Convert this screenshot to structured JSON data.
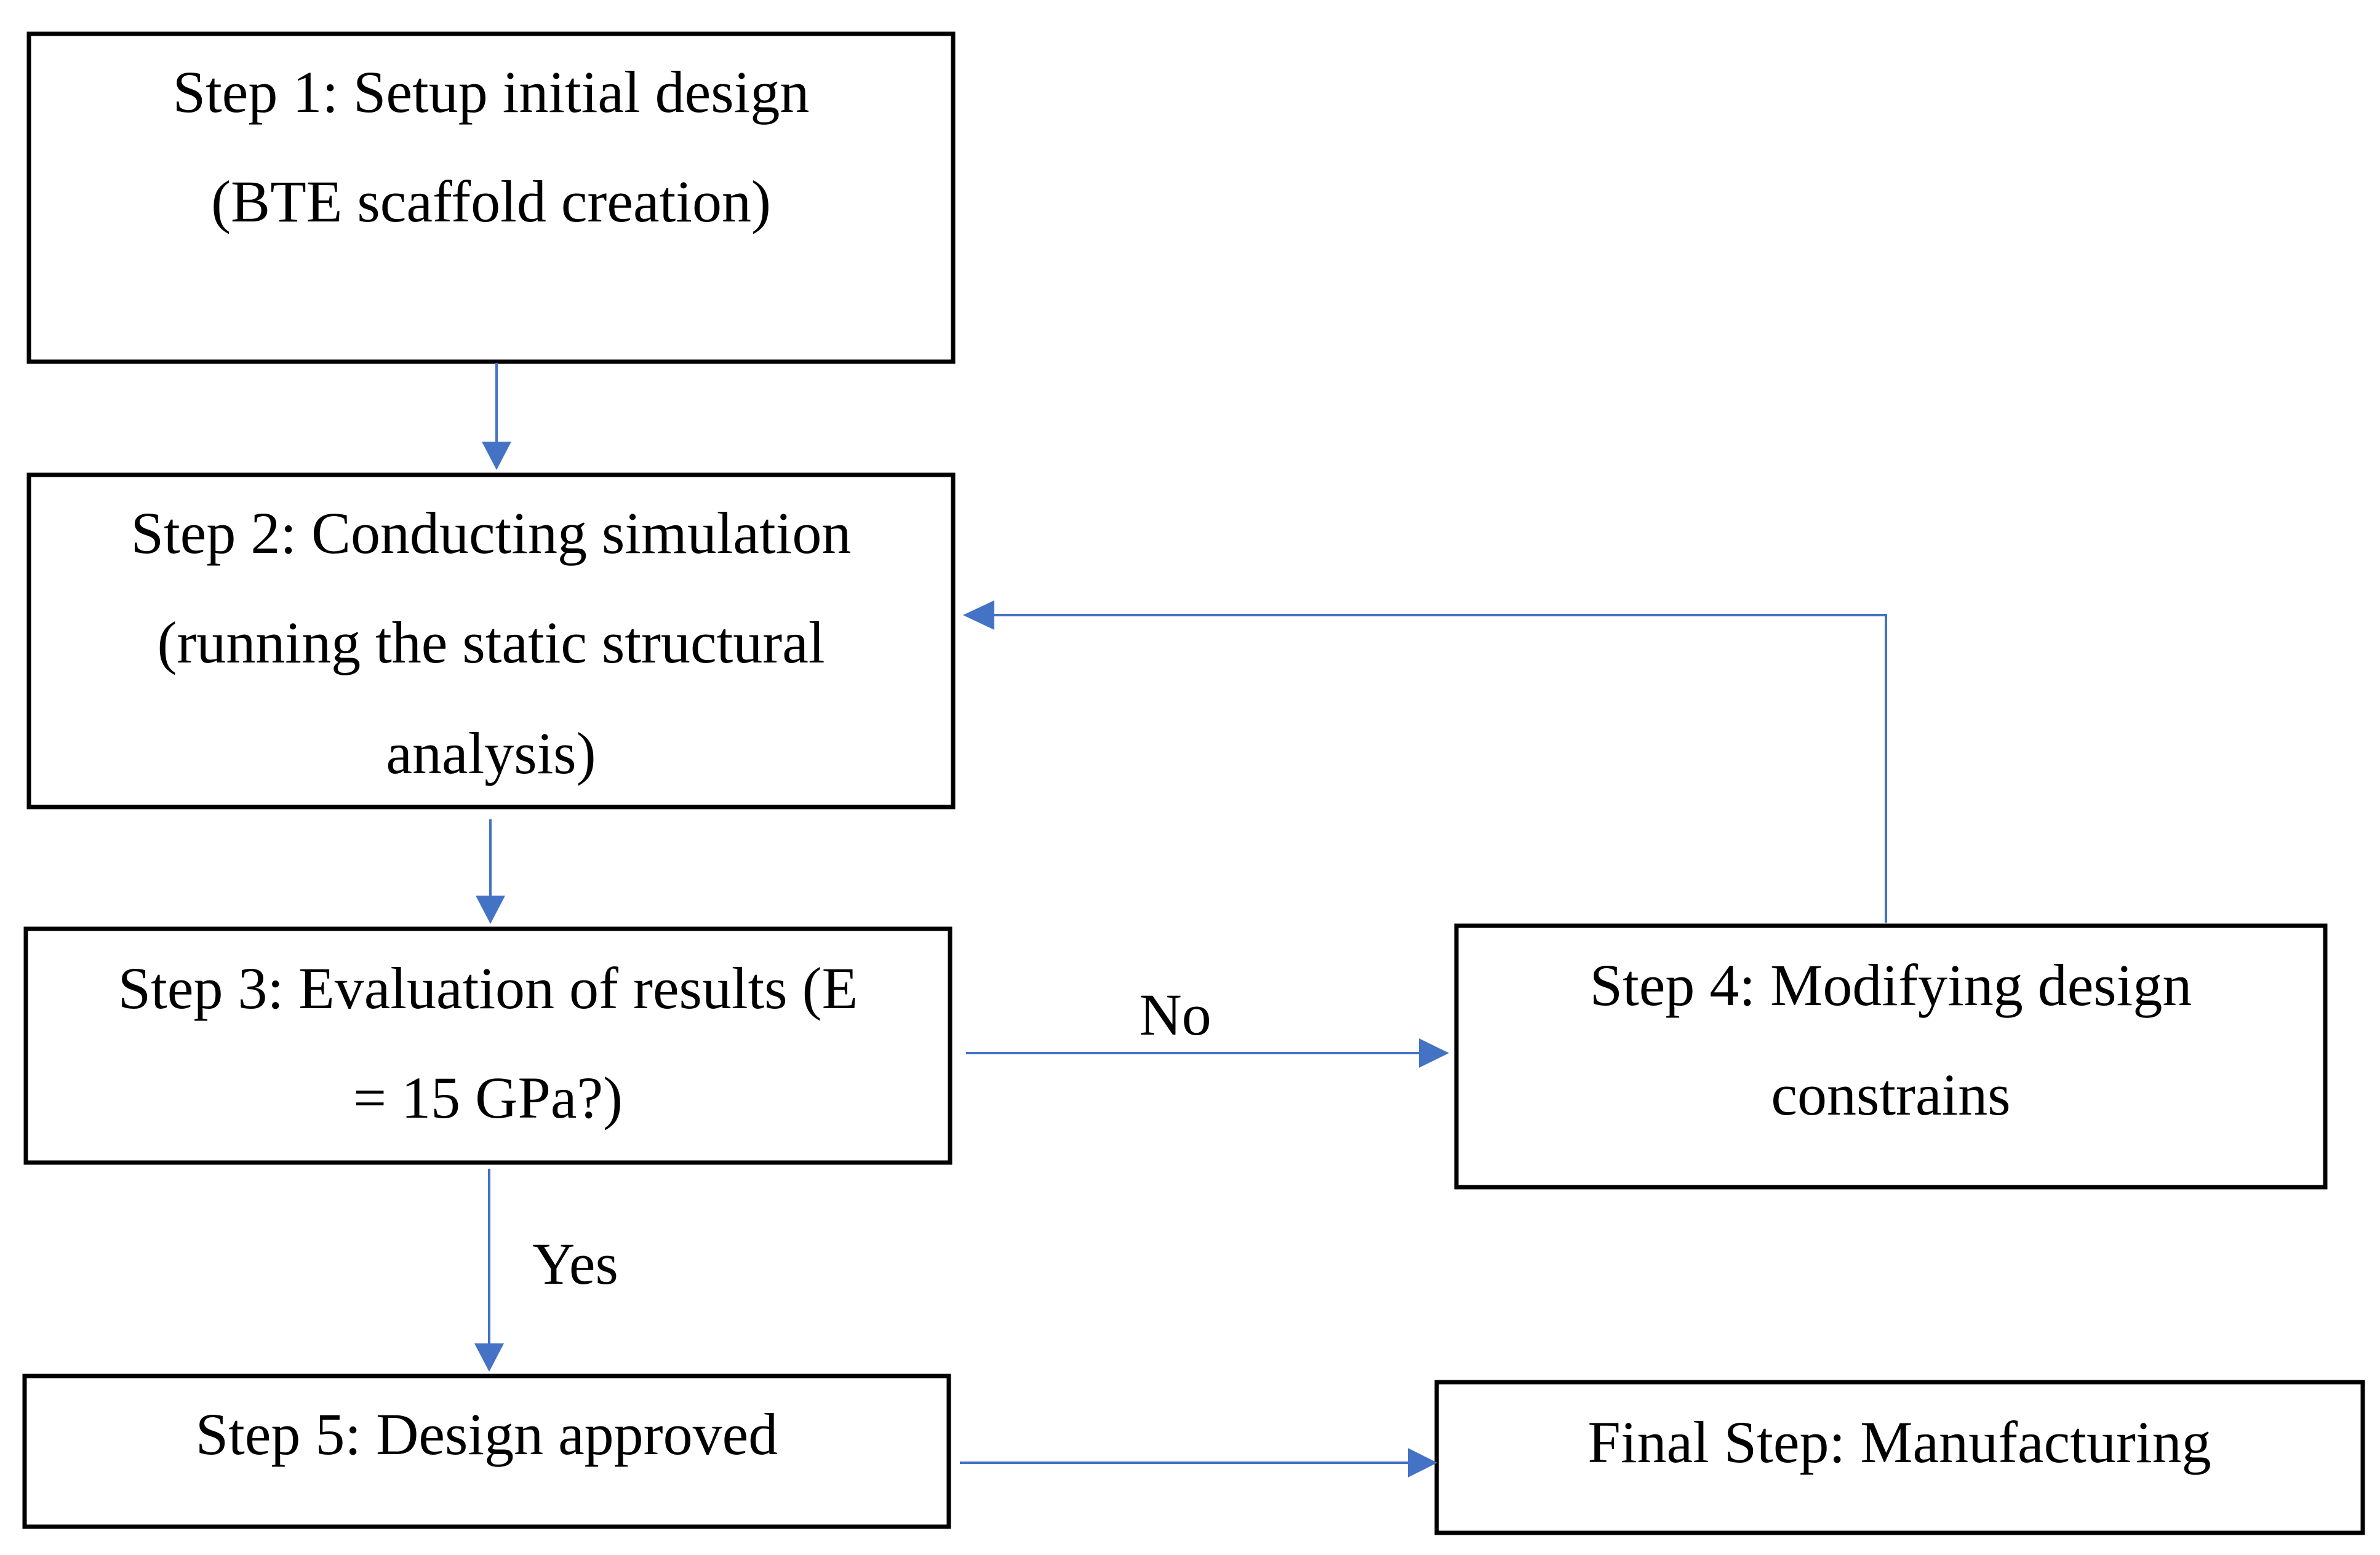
{
  "diagram": {
    "type": "flowchart",
    "connector_color": "#4472C4",
    "nodes": {
      "step1": {
        "lines": [
          "Step 1: Setup initial design",
          "(BTE scaffold creation)"
        ]
      },
      "step2": {
        "lines": [
          "Step 2: Conducting simulation",
          "(running the static structural",
          "analysis)"
        ]
      },
      "step3": {
        "lines": [
          "Step 3: Evaluation of results (E",
          "= 15 GPa?)"
        ]
      },
      "step4": {
        "lines": [
          "Step 4: Modifying design",
          "constrains"
        ]
      },
      "step5": {
        "lines": [
          "Step 5: Design approved"
        ]
      },
      "final": {
        "lines": [
          "Final Step: Manufacturing"
        ]
      }
    },
    "edges": {
      "step1_to_step2": {
        "from": "step1",
        "to": "step2",
        "label": ""
      },
      "step2_to_step3": {
        "from": "step2",
        "to": "step3",
        "label": ""
      },
      "step3_to_step4": {
        "from": "step3",
        "to": "step4",
        "label": "No"
      },
      "step4_to_step2": {
        "from": "step4",
        "to": "step2",
        "label": ""
      },
      "step3_to_step5": {
        "from": "step3",
        "to": "step5",
        "label": "Yes"
      },
      "step5_to_final": {
        "from": "step5",
        "to": "final",
        "label": ""
      }
    }
  }
}
